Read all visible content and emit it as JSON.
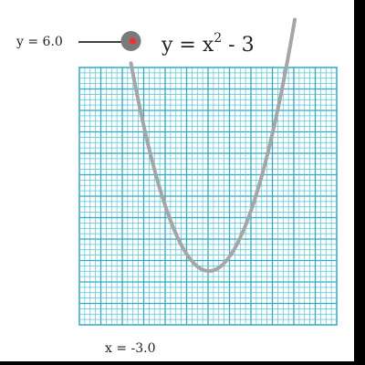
{
  "readout": {
    "y_text": "y = 6.0",
    "x_text": "x = -3.0"
  },
  "equation": {
    "lhs": "y = x",
    "exponent": "2",
    "rhs": " - 3"
  },
  "point": {
    "x": -3.0,
    "y": 6.0
  },
  "curve": {
    "function": "x^2 - 3",
    "x_min": -3.0,
    "x_max": 3.3,
    "color": "#a6a6a6"
  },
  "grid": {
    "color": "#4fc3d9",
    "major_color": "#2ea9c7"
  },
  "colors": {
    "point_halo": "#7a7a7a",
    "point_core": "#ff2a2a",
    "readout_line": "#000000"
  }
}
